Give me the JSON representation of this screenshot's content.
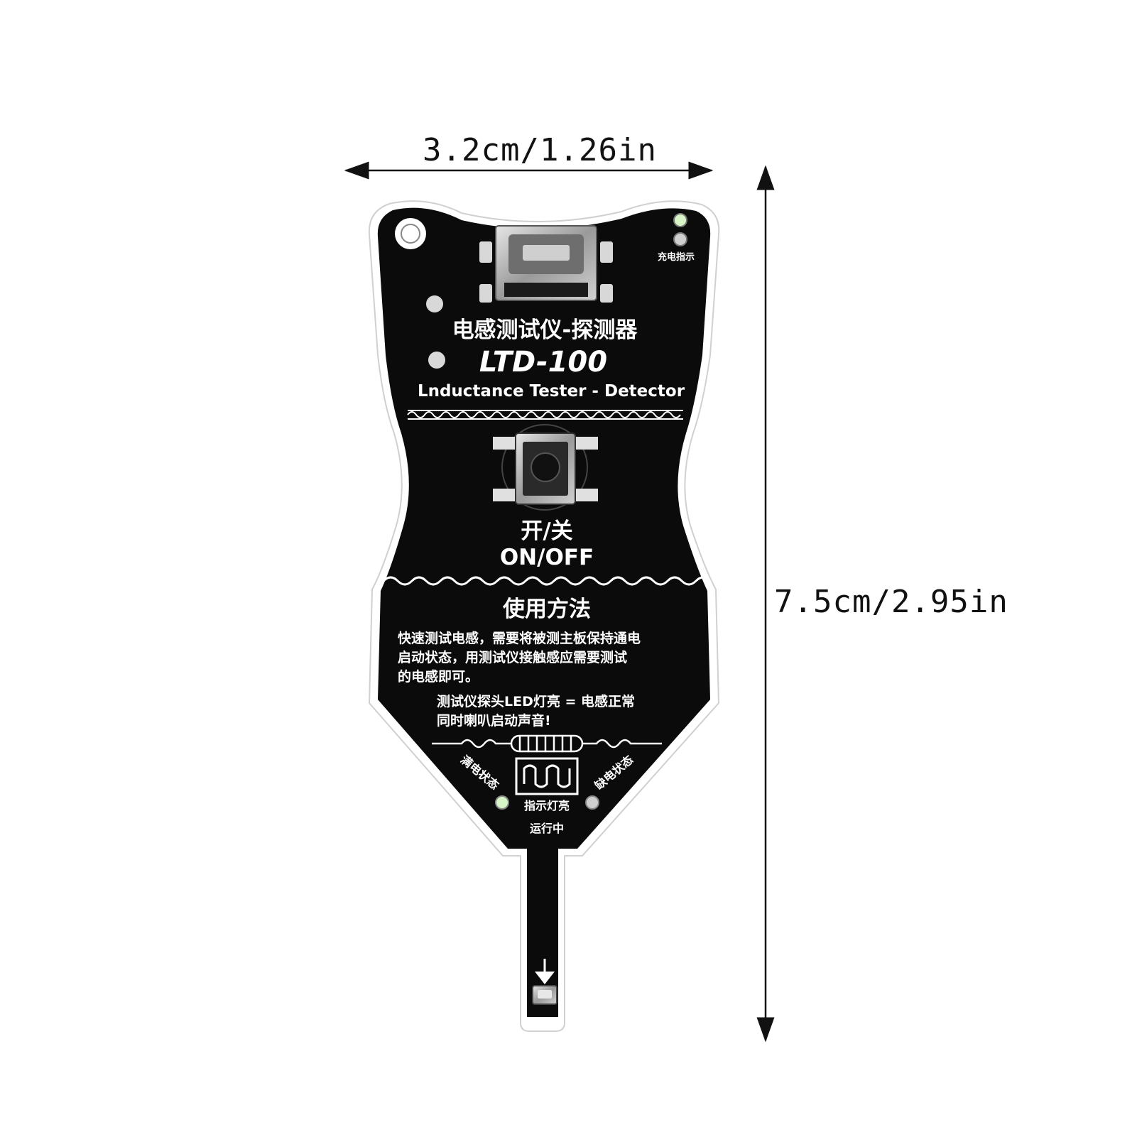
{
  "dimensions": {
    "width_label": "3.2cm/1.26in",
    "height_label": "7.5cm/2.95in"
  },
  "board": {
    "title_cn": "电感测试仪-探测器",
    "model": "LTD-100",
    "title_en": "Lnductance Tester - Detector",
    "charge_label": "充电指示",
    "switch_cn": "开/关",
    "switch_en": "ON/OFF",
    "usage_title": "使用方法",
    "usage_lines": [
      "快速测试电感，需要将被测主板保持通电",
      "启动状态，用测试仪接触感应需要测试",
      "的电感即可。"
    ],
    "note_lines": [
      "测试仪探头LED灯亮 = 电感正常",
      "同时喇叭启动声音!"
    ],
    "left_status": "满电状态",
    "right_status": "缺电状态",
    "indicator_label": "指示灯亮",
    "running_label": "运行中"
  },
  "colors": {
    "pcb": "#0a0a0a",
    "silkscreen": "#ffffff",
    "metal": "#b9b9b9",
    "led_green": "#d8f5c8"
  }
}
